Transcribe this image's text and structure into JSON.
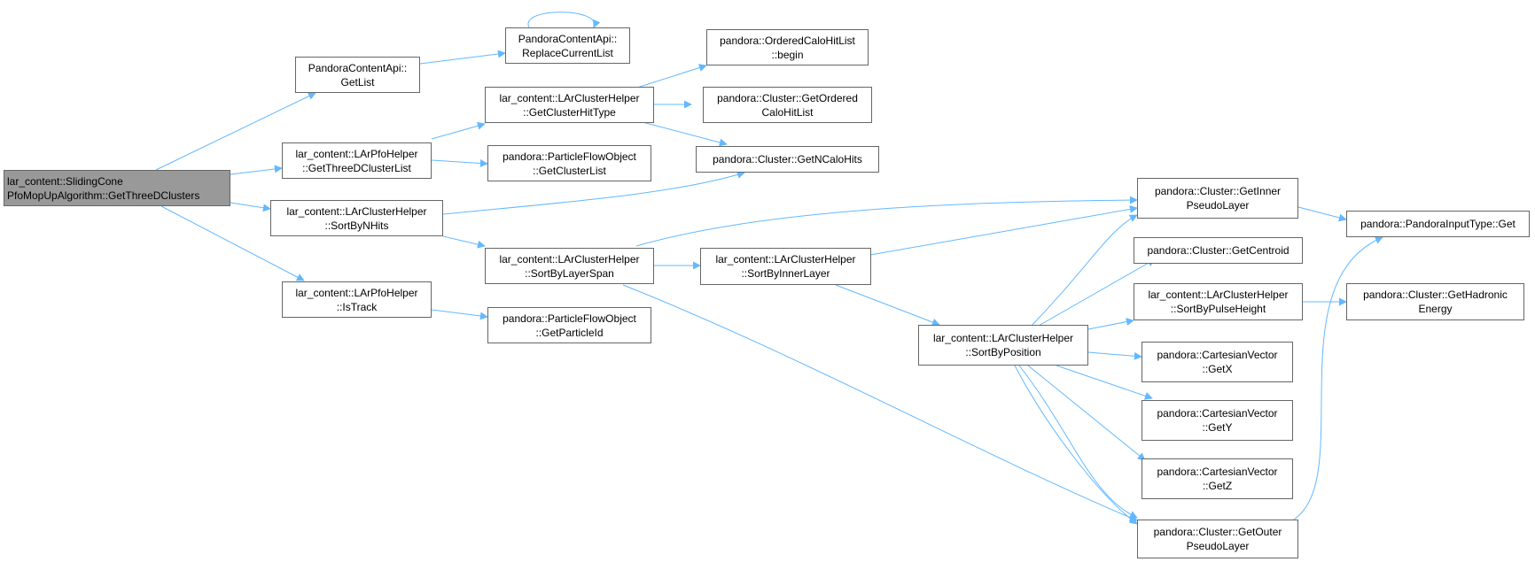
{
  "colors": {
    "edge": "#63b8ff",
    "node_border": "#666666",
    "root_fill": "#999999",
    "node_fill": "#ffffff"
  },
  "nodes": {
    "root": [
      "lar_content::SlidingCone",
      "PfoMopUpAlgorithm::GetThreeDClusters"
    ],
    "getlist": [
      "PandoraContentApi::",
      "GetList"
    ],
    "replacecurrentlist": [
      "PandoraContentApi::",
      "ReplaceCurrentList"
    ],
    "getthreedclusterlist": [
      "lar_content::LArPfoHelper",
      "::GetThreeDClusterList"
    ],
    "sortbynhits": [
      "lar_content::LArClusterHelper",
      "::SortByNHits"
    ],
    "istrack": [
      "lar_content::LArPfoHelper",
      "::IsTrack"
    ],
    "getclusterhittype": [
      "lar_content::LArClusterHelper",
      "::GetClusterHitType"
    ],
    "getclusterlist": [
      "pandora::ParticleFlowObject",
      "::GetClusterList"
    ],
    "sortbylayerspan": [
      "lar_content::LArClusterHelper",
      "::SortByLayerSpan"
    ],
    "getparticleid": [
      "pandora::ParticleFlowObject",
      "::GetParticleId"
    ],
    "begin": [
      "pandora::OrderedCaloHitList",
      "::begin"
    ],
    "getorderedcalohitlist": [
      "pandora::Cluster::GetOrdered",
      "CaloHitList"
    ],
    "getncalohits": [
      "pandora::Cluster::GetNCaloHits"
    ],
    "sortbyinnerlayer": [
      "lar_content::LArClusterHelper",
      "::SortByInnerLayer"
    ],
    "sortbyposition": [
      "lar_content::LArClusterHelper",
      "::SortByPosition"
    ],
    "getinnerpseudolayer": [
      "pandora::Cluster::GetInner",
      "PseudoLayer"
    ],
    "getcentroid": [
      "pandora::Cluster::GetCentroid"
    ],
    "sortbypulseheight": [
      "lar_content::LArClusterHelper",
      "::SortByPulseHeight"
    ],
    "getx": [
      "pandora::CartesianVector",
      "::GetX"
    ],
    "gety": [
      "pandora::CartesianVector",
      "::GetY"
    ],
    "getz": [
      "pandora::CartesianVector",
      "::GetZ"
    ],
    "getouterpseudolayer": [
      "pandora::Cluster::GetOuter",
      "PseudoLayer"
    ],
    "pandorainputtype_get": [
      "pandora::PandoraInputType::Get"
    ],
    "gethadronicenergy": [
      "pandora::Cluster::GetHadronic",
      "Energy"
    ]
  }
}
